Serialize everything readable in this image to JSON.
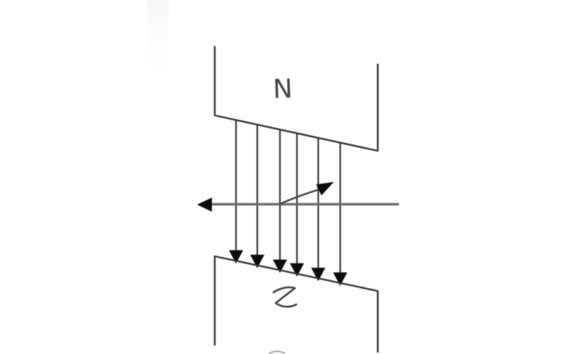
{
  "diagram": {
    "type": "magnetic-field-between-poles",
    "background": "#ffffff",
    "outline_color": "#333333",
    "field_line_color": "#3a3a3a",
    "horizontal_line_color": "#6d6d6d",
    "arrowhead_color": "#111111",
    "label_color": "#474747",
    "north_pole": {
      "label": "N"
    },
    "south_pole": {
      "label": "S"
    },
    "field_lines": {
      "count": 6,
      "x_positions": [
        333,
        363,
        395,
        419,
        449,
        480
      ],
      "direction": "down"
    },
    "horizontal_arrow": {
      "direction": "left"
    },
    "diagonal_arrow": {
      "direction": "up-right"
    }
  }
}
